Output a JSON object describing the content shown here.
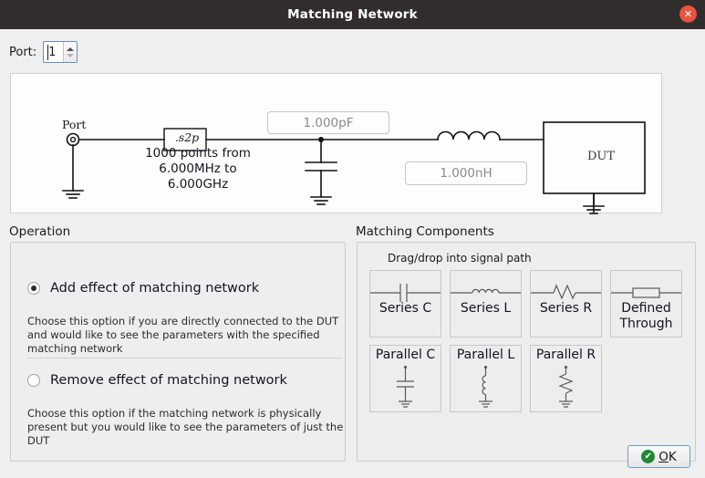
{
  "window": {
    "title": "Matching Network",
    "close_icon": "close-icon",
    "close_glyph": "✕"
  },
  "port": {
    "label": "Port:",
    "value": "1",
    "spin_up_icon": "chevron-up-icon",
    "spin_down_icon": "chevron-down-icon"
  },
  "schematic": {
    "port_label": "Port",
    "s2p_label": ".s2p",
    "s2p_note": "1000 points from\n6.000MHz to\n6.000GHz",
    "s2p_note_lines": [
      "1000 points from",
      "6.000MHz to",
      "6.000GHz"
    ],
    "cap_value": "1.000pF",
    "ind_value": "1.000nH",
    "dut_label": "DUT"
  },
  "operation": {
    "title": "Operation",
    "options": [
      {
        "label": "Add effect of matching network",
        "selected": true,
        "description": "Choose this option if you are directly connected to the DUT and would like to see the parameters with the specified matching network"
      },
      {
        "label": "Remove effect of matching network",
        "selected": false,
        "description": "Choose this option if the matching network is physically present but you would like to see the parameters of just the DUT"
      }
    ]
  },
  "matching_components": {
    "title": "Matching Components",
    "hint": "Drag/drop into signal path",
    "series": [
      {
        "label": "Series C",
        "icon": "capacitor-icon"
      },
      {
        "label": "Series L",
        "icon": "inductor-icon"
      },
      {
        "label": "Series R",
        "icon": "resistor-icon"
      },
      {
        "label_line1": "Defined",
        "label_line2": "Through",
        "icon": "through-box-icon"
      }
    ],
    "parallel": [
      {
        "label": "Parallel C",
        "icon": "shunt-capacitor-icon"
      },
      {
        "label": "Parallel L",
        "icon": "shunt-inductor-icon"
      },
      {
        "label": "Parallel R",
        "icon": "shunt-resistor-icon"
      }
    ]
  },
  "footer": {
    "ok_label_mnemonic": "O",
    "ok_label_rest": "K",
    "ok_icon": "check-circle-icon",
    "ok_glyph": "✔"
  },
  "colors": {
    "titlebar": "#302d2c",
    "close": "#e8543f",
    "accent_focus": "#5d93c6",
    "ok_check": "#1f8a34",
    "background": "#efefef",
    "schematic_bg": "#fdfdfd",
    "value_text": "#8b8b8b"
  }
}
